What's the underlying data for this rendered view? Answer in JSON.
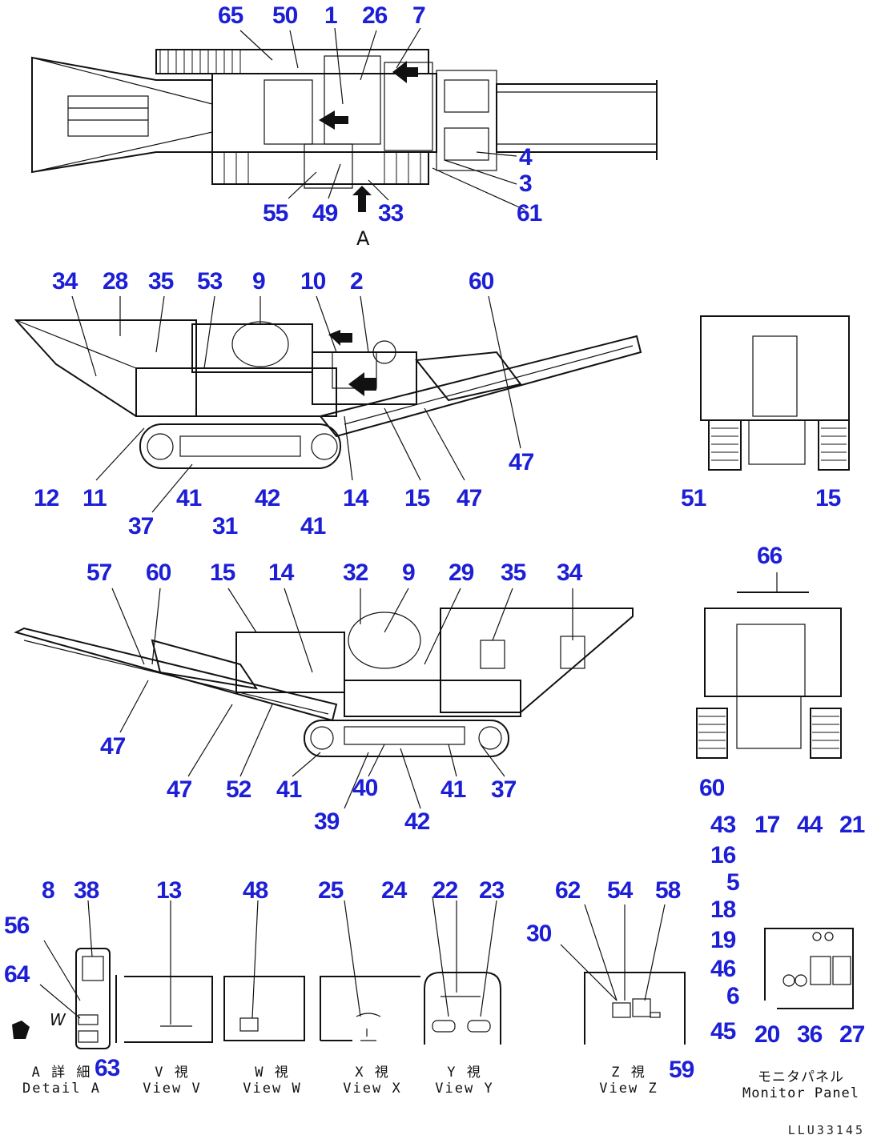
{
  "diagram": {
    "callouts": {
      "top": [
        "65",
        "50",
        "1",
        "26",
        "7",
        "4",
        "3",
        "61",
        "55",
        "49",
        "33"
      ],
      "side_left": [
        "34",
        "28",
        "35",
        "53",
        "9",
        "10",
        "2",
        "60",
        "47",
        "12",
        "11",
        "37",
        "41",
        "31",
        "42",
        "41",
        "14",
        "15",
        "47"
      ],
      "front": [
        "51",
        "15"
      ],
      "side_right": [
        "57",
        "60",
        "15",
        "14",
        "32",
        "9",
        "29",
        "35",
        "34",
        "47",
        "47",
        "52",
        "41",
        "39",
        "40",
        "42",
        "41",
        "37"
      ],
      "rear": [
        "66",
        "60"
      ],
      "monitor": [
        "43",
        "17",
        "44",
        "21",
        "16",
        "5",
        "18",
        "19",
        "46",
        "6",
        "45",
        "20",
        "36",
        "27"
      ],
      "details": [
        "8",
        "38",
        "56",
        "64",
        "63",
        "13",
        "48",
        "25",
        "24",
        "22",
        "23",
        "30",
        "62",
        "54",
        "58",
        "59"
      ]
    },
    "view_markers": {
      "arrow_a": "A",
      "small_w": "W"
    },
    "captions": [
      {
        "jp": "A 詳 細",
        "en": "Detail A"
      },
      {
        "jp": "V 視",
        "en": "View V"
      },
      {
        "jp": "W 視",
        "en": "View W"
      },
      {
        "jp": "X 視",
        "en": "View X"
      },
      {
        "jp": "Y 視",
        "en": "View Y"
      },
      {
        "jp": "Z 視",
        "en": "View Z"
      },
      {
        "jp": "モニタパネル",
        "en": "Monitor Panel"
      }
    ],
    "drawing_code": "LLU33145",
    "colors": {
      "callout": "#1d1fd6",
      "line": "#111111",
      "background": "#ffffff"
    }
  }
}
